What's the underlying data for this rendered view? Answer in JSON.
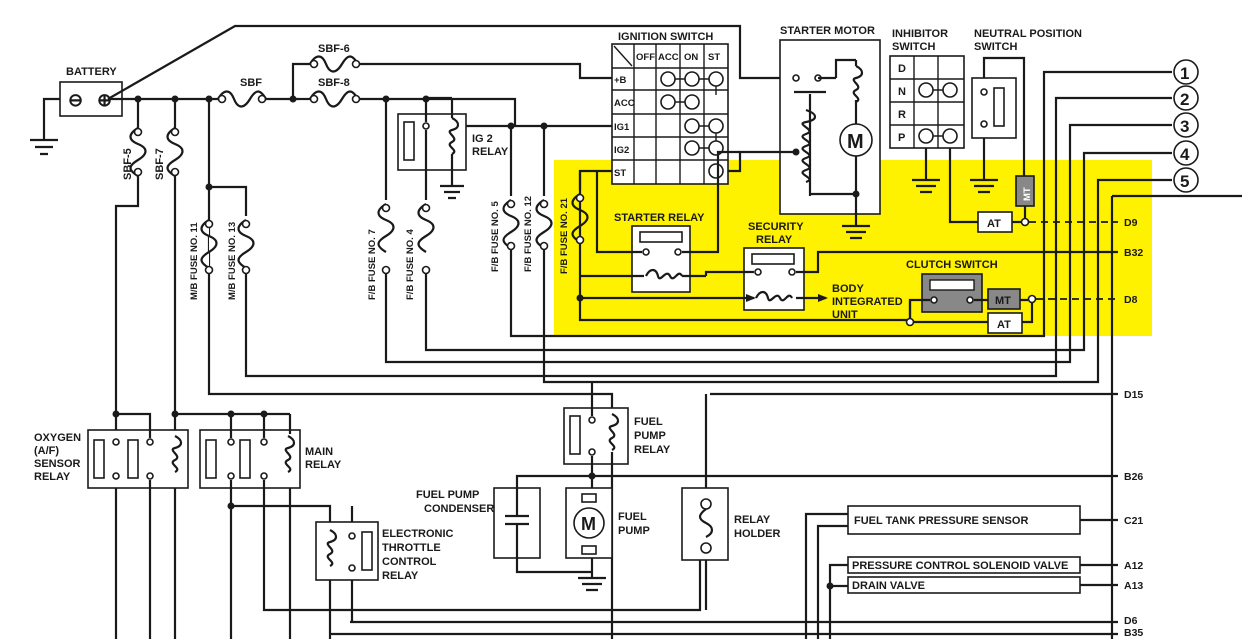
{
  "colors": {
    "wire": "#1a1a1a",
    "highlight": "#fff200",
    "module_fill": "#888888"
  },
  "components": {
    "battery": "BATTERY",
    "sbf": "SBF",
    "sbf6": "SBF-6",
    "sbf8": "SBF-8",
    "sbf5": "SBF-5",
    "sbf7": "SBF-7",
    "ignition_switch": "IGNITION SWITCH",
    "starter_motor": "STARTER MOTOR",
    "inhibitor_switch_1": "INHIBITOR",
    "inhibitor_switch_2": "SWITCH",
    "neutral_switch_1": "NEUTRAL POSITION",
    "neutral_switch_2": "SWITCH",
    "ig2_relay_1": "IG 2",
    "ig2_relay_2": "RELAY",
    "fb_fuse_7": "F/B FUSE NO. 7",
    "fb_fuse_4": "F/B FUSE NO. 4",
    "fb_fuse_5": "F/B FUSE NO. 5",
    "fb_fuse_12": "F/B FUSE NO. 12",
    "fb_fuse_21": "F/B FUSE NO. 21",
    "mb_fuse_11": "M/B FUSE NO. 11",
    "mb_fuse_13": "M/B FUSE NO. 13",
    "starter_relay": "STARTER RELAY",
    "security_relay_1": "SECURITY",
    "security_relay_2": "RELAY",
    "body_unit_1": "BODY",
    "body_unit_2": "INTEGRATED",
    "body_unit_3": "UNIT",
    "clutch_switch": "CLUTCH SWITCH",
    "oxygen_relay": [
      "OXYGEN",
      "(A/F)",
      "SENSOR",
      "RELAY"
    ],
    "main_relay": [
      "MAIN",
      "RELAY"
    ],
    "etc_relay": [
      "ELECTRONIC",
      "THROTTLE",
      "CONTROL",
      "RELAY"
    ],
    "fuel_pump_relay": [
      "FUEL",
      "PUMP",
      "RELAY"
    ],
    "fuel_pump_condenser": [
      "FUEL PUMP",
      "CONDENSER"
    ],
    "fuel_pump": [
      "FUEL",
      "PUMP"
    ],
    "relay_holder": [
      "RELAY",
      "HOLDER"
    ],
    "fuel_tank_sensor": "FUEL TANK PRESSURE SENSOR",
    "pressure_solenoid": "PRESSURE CONTROL SOLENOID VALVE",
    "drain_valve": "DRAIN VALVE"
  },
  "ignition_table": {
    "columns": [
      "OFF",
      "ACC",
      "ON",
      "ST"
    ],
    "rows": [
      "+B",
      "ACC",
      "IG1",
      "IG2",
      "ST"
    ]
  },
  "inhibitor_positions": [
    "D",
    "N",
    "R",
    "P"
  ],
  "symbols": {
    "minus": "⊖",
    "plus": "⊕",
    "motor": "M"
  },
  "tags": {
    "at": "AT",
    "mt": "MT"
  },
  "connectors": [
    "1",
    "2",
    "3",
    "4",
    "5"
  ],
  "pins": {
    "d9": "D9",
    "b32": "B32",
    "d8": "D8",
    "d15": "D15",
    "b26": "B26",
    "c21": "C21",
    "a12": "A12",
    "a13": "A13",
    "d6": "D6",
    "b35": "B35"
  }
}
